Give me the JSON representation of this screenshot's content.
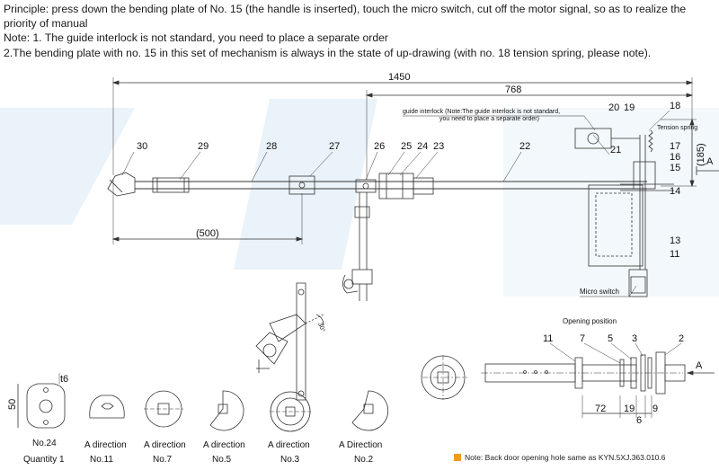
{
  "notes": {
    "principle": "Principle: press down the bending plate of No. 15 (the handle is inserted), touch the micro switch, cut off the motor signal, so as to realize the priority of manual",
    "note1": "Note: 1. The guide interlock is not standard, you need to place a separate order",
    "note2": "2.The bending plate with no. 15 in this set of mechanism is always in the state of up-drawing (with no. 18 tension spring, please note)."
  },
  "dimensions": {
    "d1450": "1450",
    "d768": "768",
    "d500": "(500)",
    "d185": "(185)",
    "d72": "72",
    "d19": "19",
    "d9": "9",
    "d6": "6",
    "d50": "50",
    "t6": "t6"
  },
  "part_numbers": {
    "p30": "30",
    "p29": "29",
    "p28": "28",
    "p27": "27",
    "p26": "26",
    "p25": "25",
    "p24": "24",
    "p23": "23",
    "p22": "22",
    "p21": "21",
    "p20": "20",
    "p19": "19",
    "p18": "18",
    "p17": "17",
    "p16": "16",
    "p15": "15",
    "p14": "14",
    "p13": "13",
    "p11": "11",
    "q11": "11",
    "q7": "7",
    "q5": "5",
    "q3": "3",
    "q2": "2"
  },
  "annotations": {
    "guide_interlock_line1": "guide interlock (Note:The guide interlock is not standard,",
    "guide_interlock_line2": "you need to place a separate order)",
    "tension_spring": "Tension spring",
    "micro_switch": "Micro switch",
    "opening_position": "Opening position",
    "view_a_top": "A",
    "view_a_shaft": "A",
    "angle": "30°"
  },
  "views": [
    {
      "line1": "No.24",
      "line2": "Quantity 1"
    },
    {
      "line1": "A direction",
      "line2": "No.11"
    },
    {
      "line1": "A direction",
      "line2": "No.7"
    },
    {
      "line1": "A direction",
      "line2": "No.5"
    },
    {
      "line1": "A direction",
      "line2": "No.3"
    },
    {
      "line1": "A  Direction",
      "line2": "No.2"
    }
  ],
  "footnote": {
    "text": "Note: Back door opening hole same as KYN.5XJ.363.010.6",
    "swatch_color": "#f39a1e"
  },
  "colors": {
    "line": "#333333",
    "watermark": "#eaf3f9"
  }
}
